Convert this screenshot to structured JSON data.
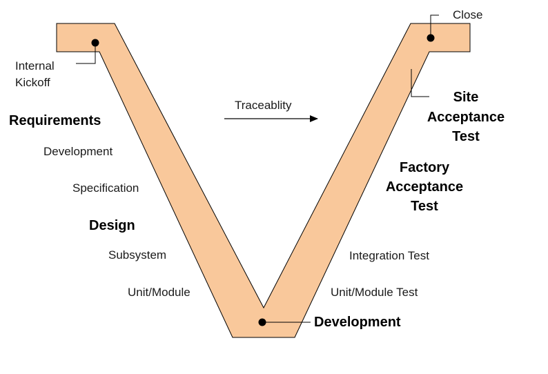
{
  "diagram": {
    "colors": {
      "v_fill": "#f9c89b",
      "v_stroke": "#000000",
      "text": "#1a1a1a"
    },
    "left_arm": {
      "internal_kickoff": [
        "Internal",
        "Kickoff"
      ],
      "requirements": "Requirements",
      "development": "Development",
      "specification": "Specification",
      "design": "Design",
      "subsystem": "Subsystem",
      "unit_module": "Unit/Module"
    },
    "center": {
      "traceability": "Traceablity",
      "bottom": "Development"
    },
    "right_arm": {
      "close": "Close",
      "site_acceptance_test": [
        "Site",
        "Acceptance",
        "Test"
      ],
      "factory_acceptance_test": [
        "Factory",
        "Acceptance",
        "Test"
      ],
      "integration_test": "Integration Test",
      "unit_module_test": "Unit/Module Test"
    }
  }
}
